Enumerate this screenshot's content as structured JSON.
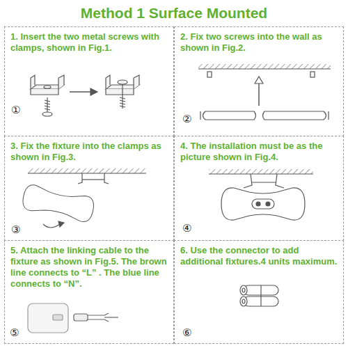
{
  "diagram": {
    "title": "Method 1 Surface Mounted",
    "nodes": [
      {
        "text": [
          "1. Insert the two metal screws with clamps, shown in Fig.1."
        ]
      },
      {
        "text": [
          "2. Fix two screws into the wall as shown in Fig.2."
        ]
      },
      {
        "text": [
          "3. Fix the fixture into the clamps as shown in Fig.3."
        ]
      },
      {
        "text": [
          "4. The installation must be as the picture shown in Fig.4."
        ]
      },
      {
        "text": [
          "5. Attach the linking cable to the fixture as shown in Fig.5. The brown line connects to “L” . The blue line connects to “N”."
        ]
      },
      {
        "text": [
          "6. Use the connector to add additional fixtures.4 units maximum."
        ]
      }
    ],
    "labels": [
      "①",
      "②",
      "③",
      "④",
      "⑤",
      "⑥"
    ]
  }
}
